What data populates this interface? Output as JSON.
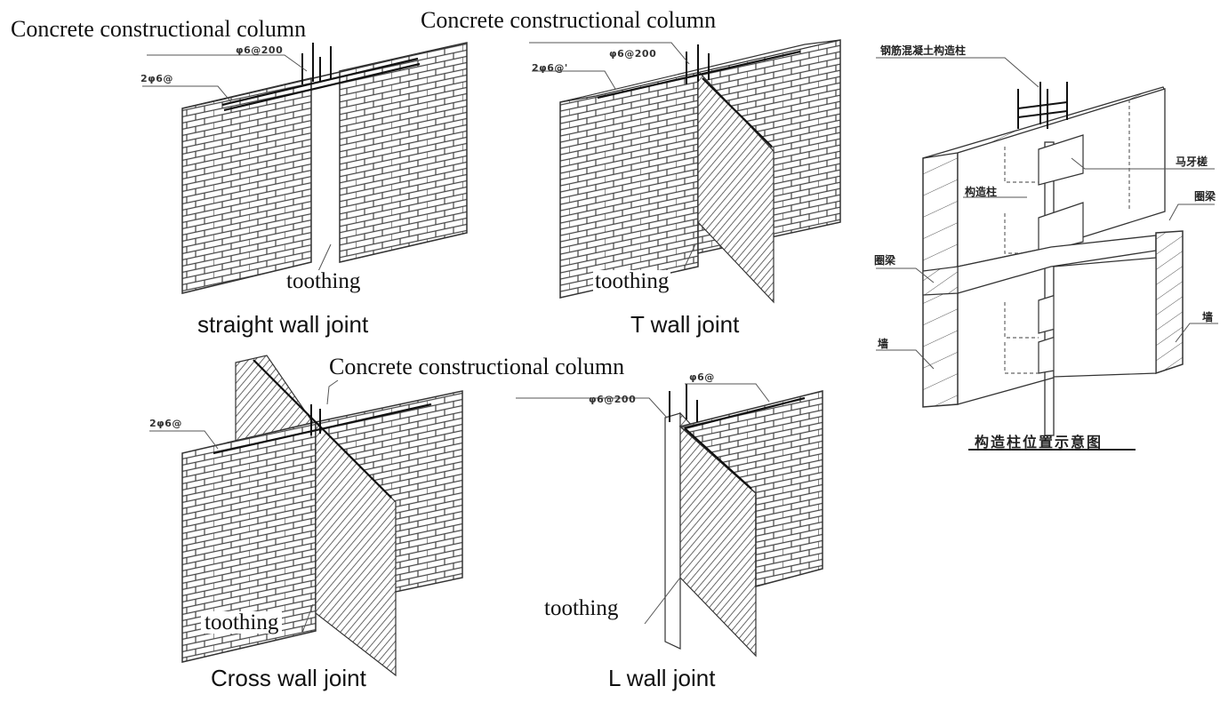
{
  "figure": {
    "panels": [
      {
        "id": "straight",
        "caption": "straight wall joint",
        "column_label": "Concrete constructional column",
        "rebar_labels": [
          "φ6@200",
          "2φ6@"
        ],
        "toothing_label": "toothing"
      },
      {
        "id": "t",
        "caption": "T wall  joint",
        "column_label": "Concrete constructional column",
        "rebar_labels": [
          "φ6@200",
          "2φ6@'"
        ],
        "toothing_label": "toothing"
      },
      {
        "id": "cross",
        "caption": "Cross wall  joint",
        "column_label": "Concrete constructional column",
        "rebar_labels": [
          "2φ6@"
        ],
        "toothing_label": "toothing"
      },
      {
        "id": "l",
        "caption": "L wall  joint",
        "column_label": "",
        "rebar_labels": [
          "φ6@",
          "φ6@200"
        ],
        "toothing_label": "toothing"
      }
    ],
    "schematic": {
      "title": "构造柱位置示意图",
      "labels": {
        "rc_column": "钢筋混凝土构造柱",
        "toothing": "马牙槎",
        "column": "构造柱",
        "ring_beam_right": "圈梁",
        "ring_beam_left": "圈梁",
        "wall_left": "墙",
        "wall_right": "墙"
      }
    }
  }
}
